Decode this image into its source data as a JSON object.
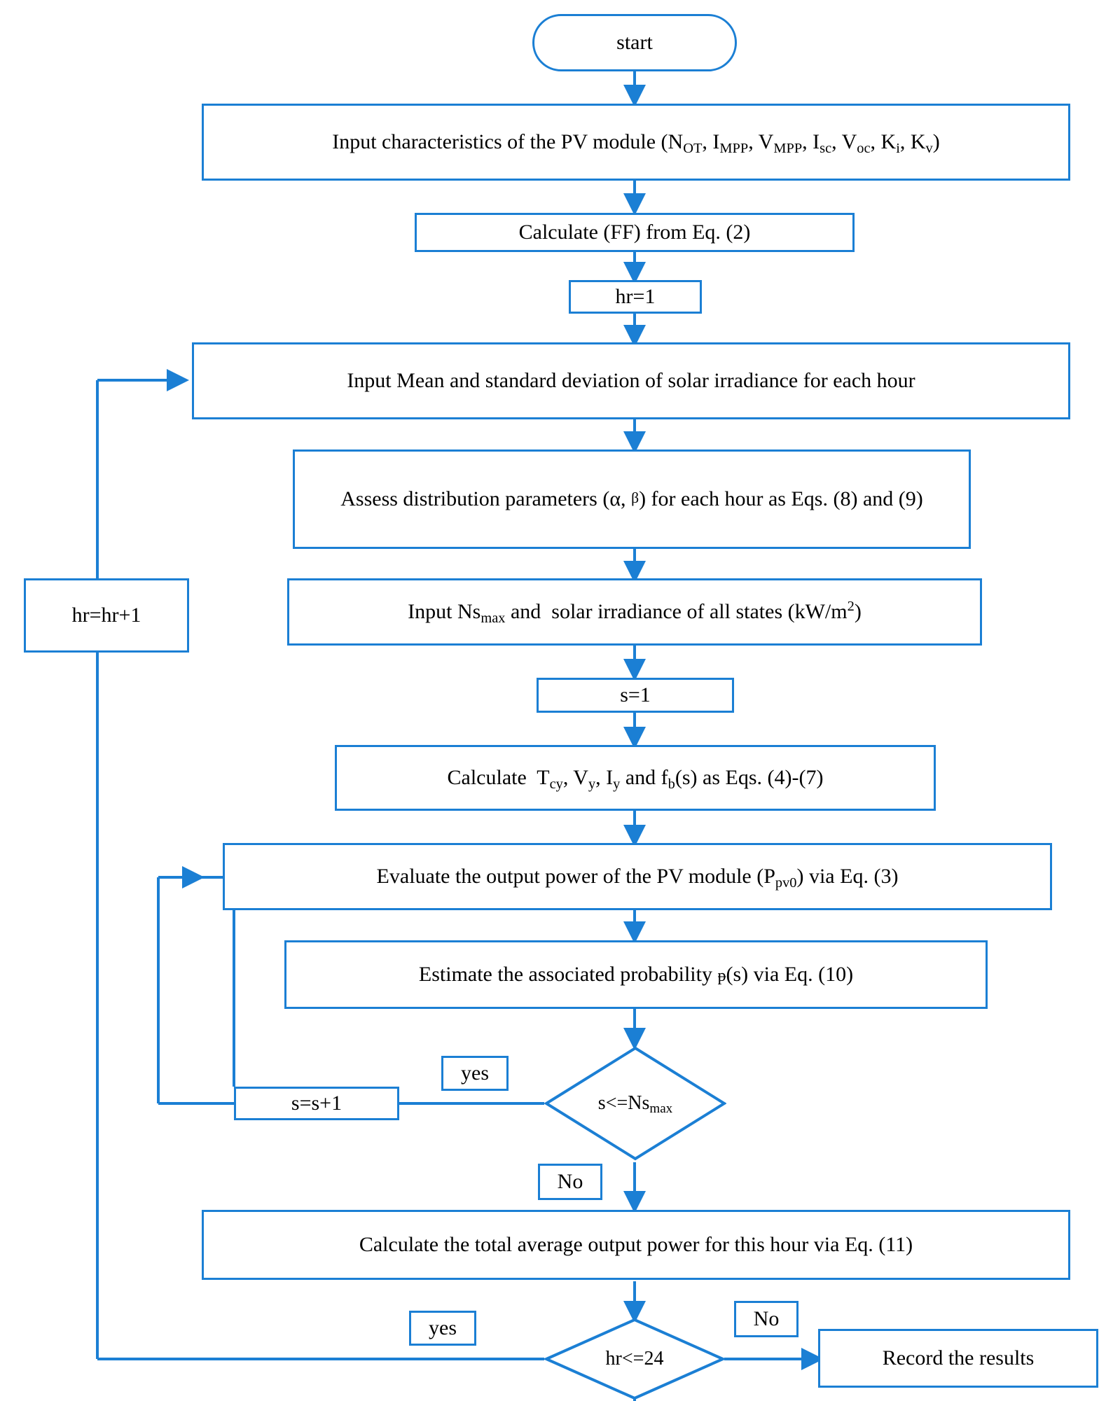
{
  "diagram": {
    "title": "PV module output power Monte-Carlo flowchart",
    "accent_color": "#1b7fd4",
    "background": "#ffffff",
    "nodes": {
      "start": "start",
      "input_characteristics": "Input characteristics of the PV module (N",
      "input_characteristics_full": "Input characteristics of the PV module (NOT, IMPP, VMPP, Isc, Voc, Ki, Kv)",
      "calc_ff": "Calculate (FF) from Eq. (2)",
      "hr_init": "hr=1",
      "input_mean_std": "Input Mean and standard deviation of solar irradiance for each hour",
      "assess_params": "Assess distribution parameters (α, β) for each hour as Eqs. (8) and (9)",
      "input_nsmax": "Input Nsmax and  solar irradiance of all states (kW/m2)",
      "s_init": "s=1",
      "calc_tcvy": "Calculate  Tcy, Vy, Iy and fb(s) as Eqs. (4)-(7)",
      "evaluate_power": "Evaluate the output power of the PV module (Ppv0) via Eq. (3)",
      "estimate_prob": "Estimate the associated probability ᵽ(s) via Eq. (10)",
      "decision_s": "s<=Nsmax",
      "s_increment": "s=s+1",
      "calc_total_avg": "Calculate the total average output power for this hour via Eq. (11)",
      "decision_hr": "hr<=24",
      "hr_increment": "hr=hr+1",
      "record_results": "Record the results"
    },
    "edge_labels": {
      "s_yes": "yes",
      "s_no": "No",
      "hr_yes": "yes",
      "hr_no": "No"
    }
  }
}
